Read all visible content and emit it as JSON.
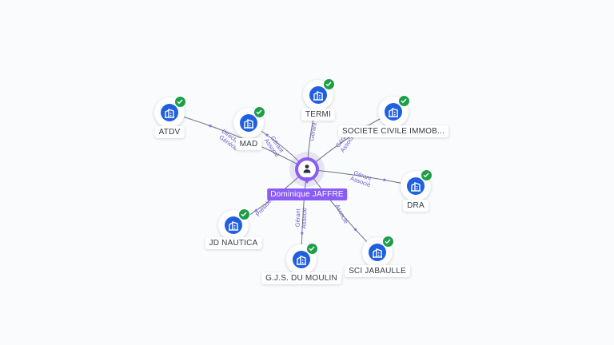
{
  "center": {
    "name": "Dominique JAFFRE",
    "icon": "person-icon"
  },
  "companies": [
    {
      "id": "atdv",
      "name": "ATDV",
      "icon": "building-icon",
      "verified": true
    },
    {
      "id": "mad",
      "name": "MAD",
      "icon": "building-icon",
      "verified": true
    },
    {
      "id": "termi",
      "name": "TERMI",
      "icon": "building-icon",
      "verified": true
    },
    {
      "id": "sci-immob",
      "name": "SOCIETE CIVILE IMMOB...",
      "icon": "building-icon",
      "verified": true
    },
    {
      "id": "dra",
      "name": "DRA",
      "icon": "building-icon",
      "verified": true
    },
    {
      "id": "sci-jabaulle",
      "name": "SCI JABAULLE",
      "icon": "building-icon",
      "verified": true
    },
    {
      "id": "gjs",
      "name": "G.J.S. DU MOULIN",
      "icon": "building-icon",
      "verified": true
    },
    {
      "id": "jd-nautica",
      "name": "JD NAUTICA",
      "icon": "building-icon",
      "verified": true
    }
  ],
  "relations": [
    {
      "to": "atdv",
      "roles": [
        "Directeur",
        "Général"
      ]
    },
    {
      "to": "mad",
      "roles": [
        "Gérant",
        "Associé"
      ]
    },
    {
      "to": "termi",
      "roles": [
        "Gérant"
      ]
    },
    {
      "to": "sci-immob",
      "roles": [
        "Gérant",
        "Associé"
      ]
    },
    {
      "to": "dra",
      "roles": [
        "Gérant",
        "Associé"
      ]
    },
    {
      "to": "sci-jabaulle",
      "roles": [
        "Associé"
      ]
    },
    {
      "to": "gjs",
      "roles": [
        "Gérant",
        "Associé"
      ]
    },
    {
      "to": "jd-nautica",
      "roles": [
        "Président"
      ]
    }
  ],
  "colors": {
    "accent": "#8a5cf6",
    "company": "#1f5fe0",
    "verified": "#1e9e4a"
  }
}
